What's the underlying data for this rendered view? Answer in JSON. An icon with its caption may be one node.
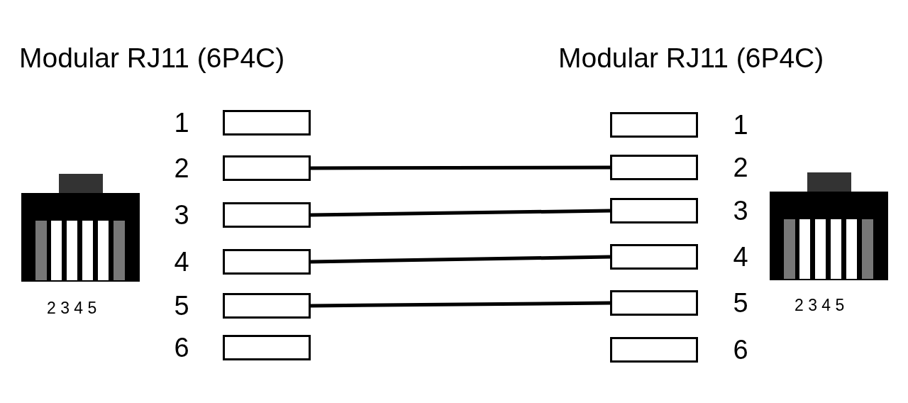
{
  "diagram": {
    "nodes": [
      {
        "text": [],
        "shape": "box",
        "beside": [
          "1"
        ]
      },
      {
        "text": [],
        "shape": "box",
        "beside": [
          "2"
        ]
      },
      {
        "text": [],
        "shape": "box",
        "beside": [
          "3"
        ]
      },
      {
        "text": [],
        "shape": "box",
        "beside": [
          "4"
        ]
      },
      {
        "text": [],
        "shape": "box",
        "beside": [
          "5"
        ]
      },
      {
        "text": [],
        "shape": "box",
        "beside": [
          "6"
        ]
      },
      {
        "text": [],
        "shape": "box",
        "beside": [
          "1"
        ]
      },
      {
        "text": [],
        "shape": "box",
        "beside": [
          "2"
        ]
      },
      {
        "text": [],
        "shape": "box",
        "beside": [
          "3"
        ]
      },
      {
        "text": [],
        "shape": "box",
        "beside": [
          "4"
        ]
      },
      {
        "text": [],
        "shape": "box",
        "beside": [
          "5"
        ]
      },
      {
        "text": [],
        "shape": "box",
        "beside": [
          "6"
        ]
      }
    ],
    "edges": [
      {
        "from": 1,
        "to": 7,
        "arrow": "none"
      },
      {
        "from": 2,
        "to": 8,
        "arrow": "none"
      },
      {
        "from": 3,
        "to": 9,
        "arrow": "none"
      },
      {
        "from": 4,
        "to": 10,
        "arrow": "none"
      }
    ],
    "labels": [
      "Modular RJ11 (6P4C)",
      "Modular RJ11 (6P4C)",
      "2 3 4 5",
      "2 3 4 5"
    ]
  }
}
